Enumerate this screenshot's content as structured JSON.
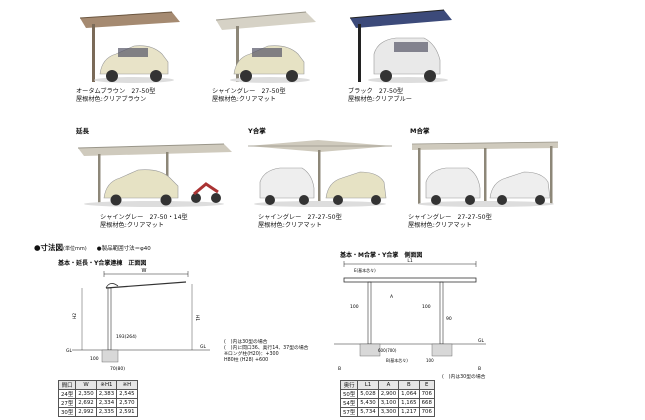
{
  "row1": [
    {
      "line1": "オータムブラウン　27-50型",
      "line2": "屋根材色:クリアブラウン",
      "roof": "#9b7d62"
    },
    {
      "line1": "シャイングレー　27-50型",
      "line2": "屋根材色:クリアマット",
      "roof": "#d6d2c6"
    },
    {
      "line1": "ブラック　27-50型",
      "line2": "屋根材色:クリアブルー",
      "roof": "#3c4a7a"
    }
  ],
  "row2": [
    {
      "label": "延長",
      "line1": "シャイングレー　27-50・14型",
      "line2": "屋根材色:クリアマット",
      "roof": "#cfcabd"
    },
    {
      "label": "Y合掌",
      "line1": "シャイングレー　27-27-50型",
      "line2": "屋根材色:クリアマット",
      "roof": "#cfcabd"
    },
    {
      "label": "M合掌",
      "line1": "シャイングレー　27-27-50型",
      "line2": "屋根材色:クリアマット",
      "roof": "#cfcabd"
    }
  ],
  "heading": {
    "title": "●寸法図",
    "unit": "(単位mm)",
    "note": "●製品範囲寸法＝φ40"
  },
  "left_diagram": {
    "title": "基本・延長・Y合掌連棟　正面図",
    "w": "W",
    "h1": "H1",
    "h2": "H2",
    "clearance": "193(264)",
    "gl_left": "GL",
    "gl_right": "GL",
    "depth100": "100",
    "pitch": "70(80)"
  },
  "left_notes": [
    "(　)内は30型の場合",
    "(　)内に間口36、奥行14、37型の場合",
    "※ロング柱(H20)：+300",
    "H80柱 (H28) +600"
  ],
  "left_table": {
    "headers": [
      "間口",
      "W",
      "※H1",
      "※H"
    ],
    "rows": [
      [
        "24型",
        "2,350",
        "2,383",
        "2,545"
      ],
      [
        "27型",
        "2,692",
        "2,334",
        "2,570"
      ],
      [
        "30型",
        "2,992",
        "2,335",
        "2,591"
      ]
    ]
  },
  "right_diagram": {
    "title": "基本・M合掌・Y合掌　側面図",
    "l1": "L1",
    "e": "E(基本芯々)",
    "b": "B(基本芯々)",
    "a": "A",
    "depth100a": "100",
    "depth100b": "100",
    "depth90": "90",
    "s600": "600(700)",
    "s100": "100",
    "lb": "B",
    "lbr": "B",
    "gl": "GL"
  },
  "right_note": "(　)内は30型の場合",
  "right_table": {
    "headers": [
      "奥行",
      "L1",
      "A",
      "B",
      "E"
    ],
    "rows": [
      [
        "50型",
        "5,028",
        "2,900",
        "1,064",
        "706"
      ],
      [
        "54型",
        "5,430",
        "3,100",
        "1,165",
        "668"
      ],
      [
        "57型",
        "5,734",
        "3,300",
        "1,217",
        "706"
      ]
    ]
  }
}
